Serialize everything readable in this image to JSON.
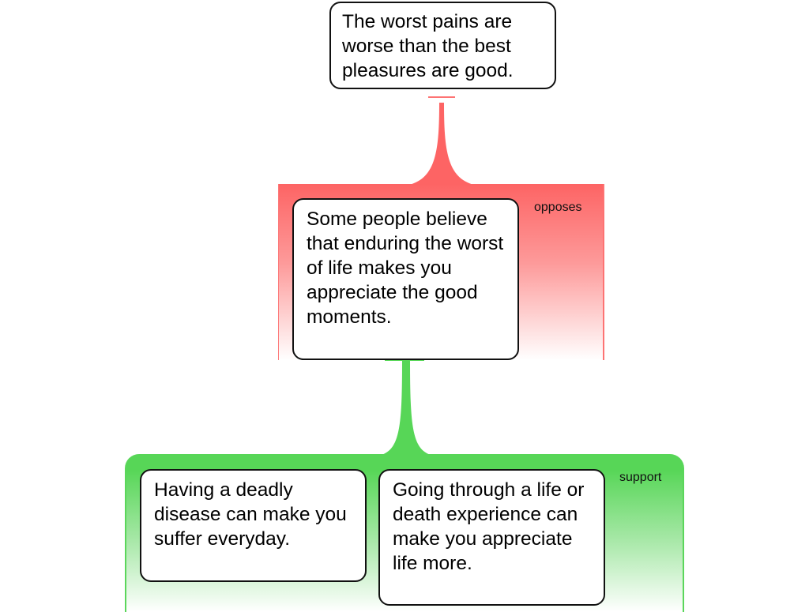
{
  "diagram": {
    "claim": {
      "text": "The worst pains are worse than the best pleasures are good."
    },
    "opposes_group": {
      "label": "opposes",
      "color": "#fd6464",
      "nodes": [
        {
          "text": "Some people believe that enduring the worst of life makes you appreciate the good moments."
        }
      ]
    },
    "support_group": {
      "label": "support",
      "color": "#57d657",
      "nodes": [
        {
          "text": "Having a deadly disease can make you suffer everyday."
        },
        {
          "text": "Going through a life or death experience can make you appreciate life more."
        }
      ]
    }
  }
}
